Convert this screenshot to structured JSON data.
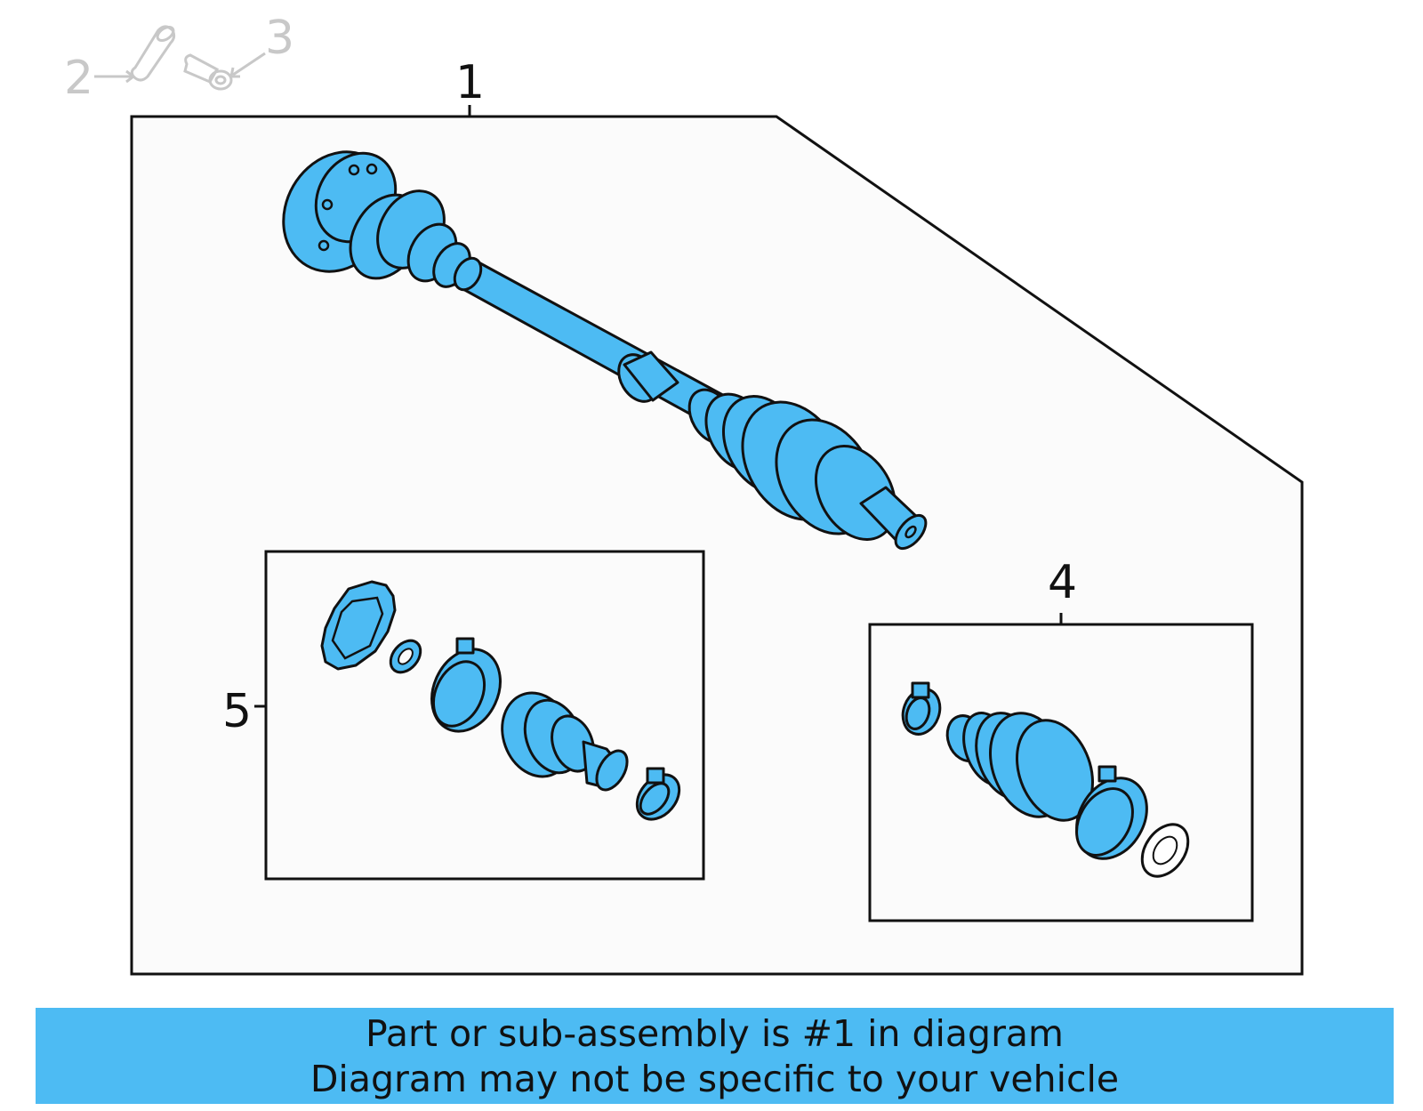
{
  "callouts": {
    "c1": "1",
    "c2": "2",
    "c3": "3",
    "c4": "4",
    "c5": "5"
  },
  "banner": {
    "line1": "Part or sub-assembly is #1 in diagram",
    "line2": "Diagram may not be specific to your vehicle"
  },
  "colors": {
    "part_fill": "#4dbbf3",
    "banner_bg": "#4dbbf3",
    "faded": "#c8c8c8"
  }
}
